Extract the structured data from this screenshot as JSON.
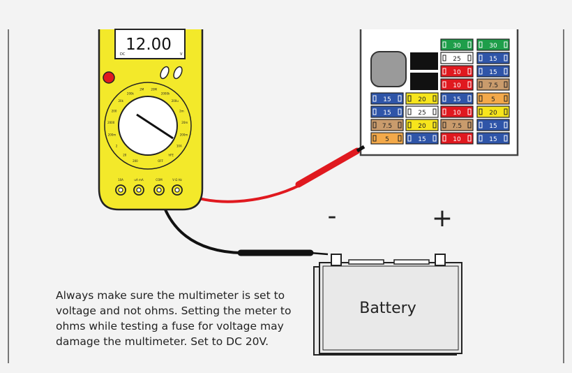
{
  "meter": {
    "reading": "12.00",
    "mode_tag": "DC",
    "unit_tag": "V",
    "dial_labels": [
      "200",
      "20",
      "2",
      "200m",
      "2000",
      "200",
      "20k",
      "200k",
      "2M",
      "20M",
      "2000k",
      "200u",
      "2m",
      "20m",
      "200m",
      "10A",
      "hFE",
      "OFF"
    ],
    "jack_labels": [
      "10A",
      "uA mA",
      "COM",
      "V Ω Hz"
    ]
  },
  "fuse_box": {
    "fuses": [
      {
        "label": "30",
        "color": "#1e9e4a",
        "text": "#ffffff"
      },
      {
        "label": "30",
        "color": "#1e9e4a",
        "text": "#ffffff"
      },
      {
        "label": "25",
        "color": "#ffffff",
        "text": "#222222"
      },
      {
        "label": "15",
        "color": "#2f55a8",
        "text": "#ffffff"
      },
      {
        "label": "10",
        "color": "#e0191f",
        "text": "#ffffff"
      },
      {
        "label": "15",
        "color": "#2f55a8",
        "text": "#ffffff"
      },
      {
        "label": "10",
        "color": "#e0191f",
        "text": "#ffffff"
      },
      {
        "label": "7.5",
        "color": "#c99b6c",
        "text": "#222222"
      },
      {
        "label": "15",
        "color": "#2f55a8",
        "text": "#ffffff"
      },
      {
        "label": "20",
        "color": "#f7e51c",
        "text": "#222222"
      },
      {
        "label": "15",
        "color": "#2f55a8",
        "text": "#ffffff"
      },
      {
        "label": "5",
        "color": "#f3a94a",
        "text": "#222222"
      },
      {
        "label": "15",
        "color": "#2f55a8",
        "text": "#ffffff"
      },
      {
        "label": "25",
        "color": "#ffffff",
        "text": "#222222"
      },
      {
        "label": "10",
        "color": "#e0191f",
        "text": "#ffffff"
      },
      {
        "label": "20",
        "color": "#f7e51c",
        "text": "#222222"
      },
      {
        "label": "7.5",
        "color": "#c99b6c",
        "text": "#222222"
      },
      {
        "label": "20",
        "color": "#f7e51c",
        "text": "#222222"
      },
      {
        "label": "7.5",
        "color": "#c99b6c",
        "text": "#222222"
      },
      {
        "label": "15",
        "color": "#2f55a8",
        "text": "#ffffff"
      },
      {
        "label": "5",
        "color": "#f3a94a",
        "text": "#222222"
      },
      {
        "label": "15",
        "color": "#2f55a8",
        "text": "#ffffff"
      },
      {
        "label": "10",
        "color": "#e0191f",
        "text": "#ffffff"
      },
      {
        "label": "15",
        "color": "#2f55a8",
        "text": "#ffffff"
      }
    ]
  },
  "battery": {
    "label": "Battery",
    "negative": "-",
    "positive": "+"
  },
  "caption": {
    "lines": [
      "Always make sure the multimeter is set to",
      "voltage and not ohms. Setting the meter to",
      "ohms while testing a fuse for voltage may",
      "damage the multimeter.  Set to DC 20V."
    ]
  },
  "colors": {
    "meter_body": "#f3e92a",
    "probe_red": "#e0191f",
    "probe_black": "#111111",
    "battery_fill": "#e9e9e9"
  }
}
